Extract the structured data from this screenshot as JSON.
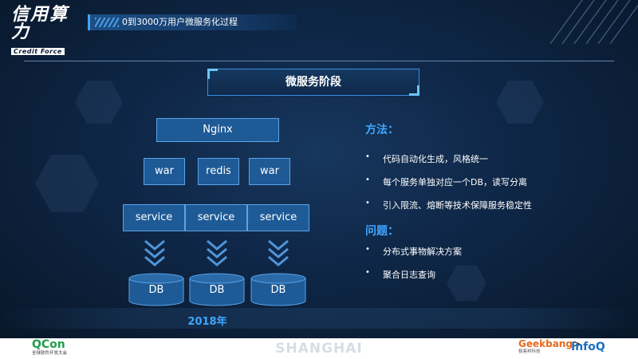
{
  "header": {
    "logo_main": "信用算力",
    "logo_sub": "Credit Force",
    "title": "0到3000万用户微服务化过程"
  },
  "section_title": "微服务阶段",
  "architecture": {
    "nginx": "Nginx",
    "row2": [
      "war",
      "redis",
      "war"
    ],
    "services": [
      "service",
      "service",
      "service"
    ],
    "dbs": [
      "DB",
      "DB",
      "DB"
    ],
    "year": "2018年"
  },
  "methods": {
    "heading": "方法：",
    "items": [
      "代码自动化生成，风格统一",
      "每个服务单独对应一个DB，读写分离",
      "引入限流、熔断等技术保障服务稳定性"
    ]
  },
  "problems": {
    "heading": "问题：",
    "items": [
      "分布式事物解决方案",
      "聚合日志查询"
    ]
  },
  "bullet_char": "•",
  "footer": {
    "qcon": "QCon",
    "qcon_sub": "全球软件开发大会",
    "shanghai": "SHANGHAI",
    "geek_prefix": "Geekbang",
    "geek_x": ">",
    "geek_sub": "极客邦科技",
    "infoq": "InfoQ"
  },
  "colors": {
    "accent": "#3fa6ff",
    "box_fill": "#1e5a96",
    "background": "#0e2646"
  }
}
